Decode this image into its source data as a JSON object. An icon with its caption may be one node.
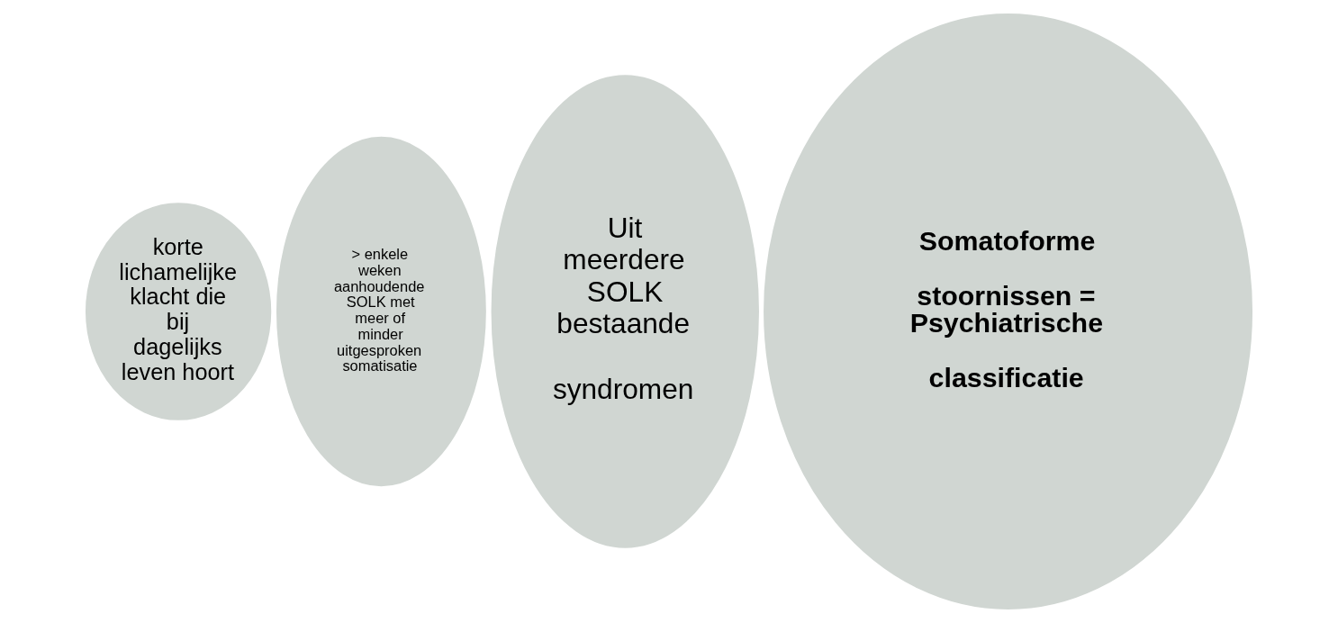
{
  "diagram": {
    "nodes": [
      {
        "text": [
          "korte lichamelijke klacht die bij dagelijks leven hoort"
        ]
      },
      {
        "text": [
          "> enkele weken aanhoudende SOLK met meer of minder uitgesproken somatisatie"
        ]
      },
      {
        "text": [
          "Uit meerdere SOLK bestaande",
          "syndromen"
        ]
      },
      {
        "text": [
          "Somatoforme",
          "stoornissen = Psychiatrische",
          "classificatie"
        ]
      }
    ]
  }
}
